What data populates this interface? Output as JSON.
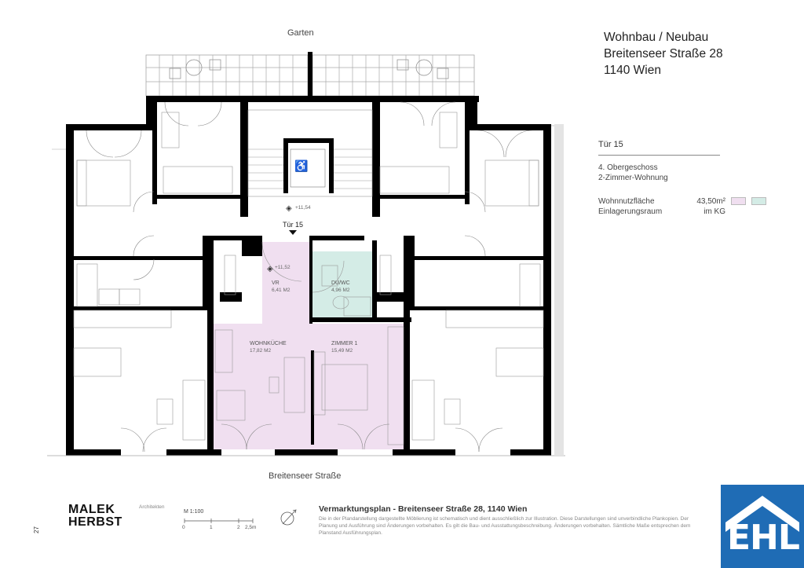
{
  "labels": {
    "top_street": "Garten",
    "bottom_street": "Breitenseer Straße"
  },
  "project": {
    "line1": "Wohnbau / Neubau",
    "line2": "Breitenseer Straße 28",
    "line3": "1140 Wien"
  },
  "unit": {
    "id": "Tür 15",
    "floor": "4. Obergeschoss",
    "type": "2-Zimmer-Wohnung",
    "areas": [
      {
        "label": "Wohnnutzfläche",
        "value": "43,50m²",
        "swatches": [
          "#f0dff0",
          "#d4ece6"
        ]
      },
      {
        "label": "Einlagerungsraum",
        "value": "im KG",
        "swatches": []
      }
    ]
  },
  "plan": {
    "entrance_label": "Tür 15",
    "levels": [
      "+11,54",
      "+11,52"
    ],
    "rooms": [
      {
        "name": "VR",
        "area": "6,41 M2",
        "color": "#f0dff0"
      },
      {
        "name": "DU/WC",
        "area": "4,96 M2",
        "color": "#d4ece6"
      },
      {
        "name": "WOHNKÜCHE",
        "area": "17,82 M2",
        "color": "#f0dff0"
      },
      {
        "name": "ZIMMER 1",
        "area": "15,49 M2",
        "color": "#f0dff0"
      }
    ]
  },
  "footer": {
    "architect_line1": "MALEK",
    "architect_line2": "HERBST",
    "architect_caption": "Architekten",
    "scale": "M 1:100",
    "scale_ticks": [
      "0",
      "1",
      "2",
      "2,5m"
    ],
    "title": "Vermarktungsplan - Breitenseer Straße 28, 1140 Wien",
    "disclaimer": "Die in der Plandarstellung dargestellte Möblierung ist schematisch und dient ausschließlich zur Illustration. Diese Darstellungen sind unverbindliche Plankopien. Der Planung und Ausführung sind Änderungen vorbehalten. Es gilt die Bau- und Ausstattungsbeschreibung. Änderungen vorbehalten. Sämtliche Maße entsprechen dem Planstand Ausführungsplan.",
    "page": "27",
    "brand": "EHL",
    "brand_color": "#1f6cb5"
  }
}
